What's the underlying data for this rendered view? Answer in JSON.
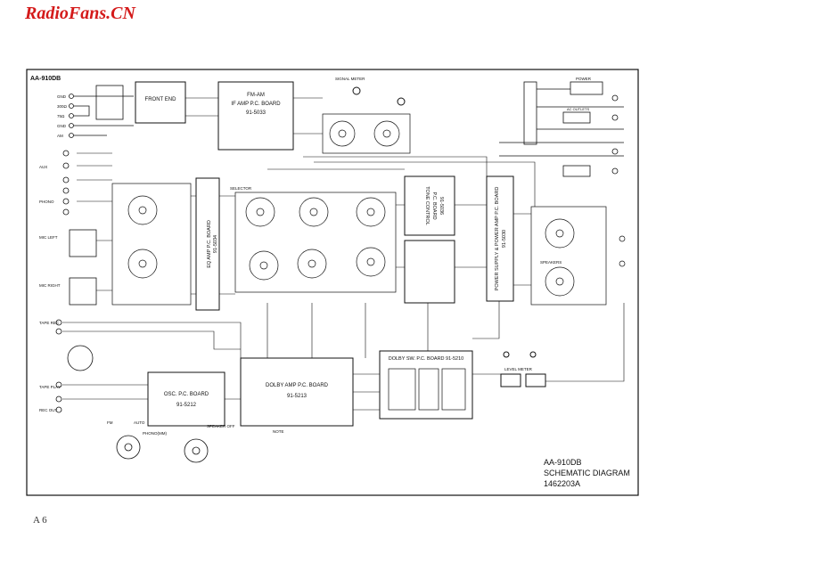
{
  "header": {
    "watermark": "RadioFans.CN",
    "model_tag": "AA-910DB"
  },
  "footer": {
    "page": "A 6"
  },
  "title_block": {
    "model": "AA-910DB",
    "title": "SCHEMATIC DIAGRAM",
    "number": "1462203A"
  },
  "boards": {
    "front_end": "FRONT END",
    "fm_am_1": "FM-AM",
    "fm_am_2": "IF AMP P.C. BOARD",
    "fm_am_3": "91-5033",
    "eq_amp_1": "EQ AMP P.C. BOARD",
    "eq_amp_2": "91-5034",
    "tone_1": "TONE CONTROL",
    "tone_2": "P.C. BOARD",
    "tone_3": "91-5036",
    "psu_1": "POWER SUPPLY & POWER AMP P.C. BOARD",
    "psu_2": "91-5030",
    "osc_1": "OSC. P.C. BOARD",
    "osc_2": "91-5212",
    "dolby_1": "DOLBY AMP P.C. BOARD",
    "dolby_2": "91-5213",
    "dolby_sw": "DOLBY SW. P.C. BOARD  91-5210"
  },
  "labels": {
    "signal_meter": "SIGNAL METER",
    "selector": "SELECTOR",
    "speakers": "SPEAKERS",
    "level_meter": "LEVEL METER",
    "power": "POWER",
    "ac_outlets": "AC OUTLETS",
    "fm_tag": "FM",
    "auto_tag": "AUTO",
    "phono_tag": "PHONO(MM)",
    "speaker_off": "SPEAKER OFF",
    "note": "NOTE"
  },
  "jacks": [
    "AUX",
    "PHONO",
    "MIC LEFT",
    "MIC RIGHT",
    "TAPE REC",
    "TAPE PLAY",
    "REC OUT"
  ],
  "antenna": [
    "GND",
    "300Ω",
    "75Ω",
    "GND",
    "AM"
  ]
}
